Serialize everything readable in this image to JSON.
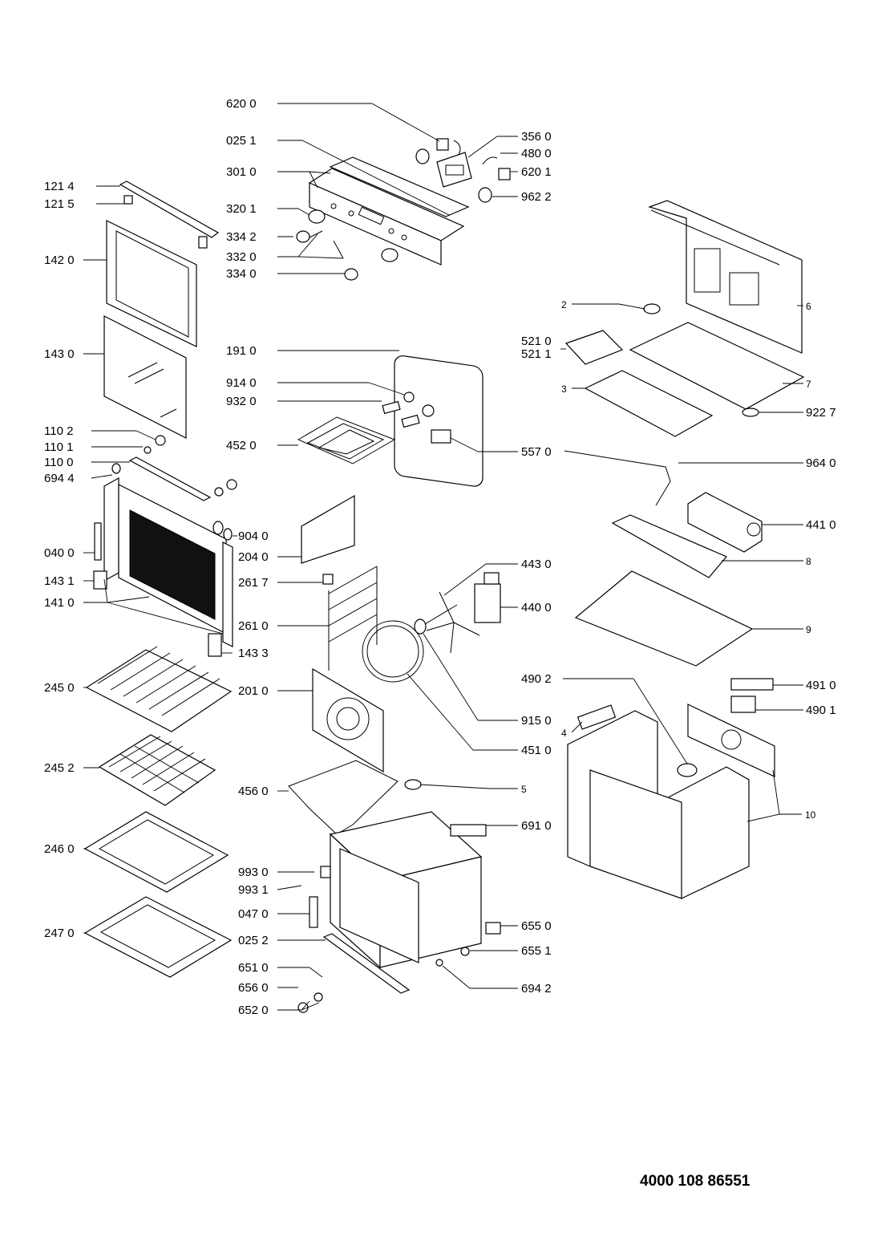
{
  "document_number": "4000 108 86551",
  "callouts": [
    {
      "label": "620 0"
    },
    {
      "label": "025 1"
    },
    {
      "label": "301 0"
    },
    {
      "label": "320 1"
    },
    {
      "label": "334 2"
    },
    {
      "label": "332 0"
    },
    {
      "label": "334 0"
    },
    {
      "label": "356 0"
    },
    {
      "label": "480 0"
    },
    {
      "label": "620 1"
    },
    {
      "label": "962 2"
    },
    {
      "label": "121 4"
    },
    {
      "label": "121 5"
    },
    {
      "label": "142 0"
    },
    {
      "label": "143 0"
    },
    {
      "label": "110 2"
    },
    {
      "label": "110 1"
    },
    {
      "label": "110 0"
    },
    {
      "label": "694 4"
    },
    {
      "label": "040 0"
    },
    {
      "label": "143 1"
    },
    {
      "label": "141 0"
    },
    {
      "label": "245 0"
    },
    {
      "label": "245 2"
    },
    {
      "label": "246 0"
    },
    {
      "label": "247 0"
    },
    {
      "label": "191 0"
    },
    {
      "label": "914 0"
    },
    {
      "label": "932 0"
    },
    {
      "label": "452 0"
    },
    {
      "label": "557 0"
    },
    {
      "label": "904 0"
    },
    {
      "label": "204 0"
    },
    {
      "label": "261 7"
    },
    {
      "label": "261 0"
    },
    {
      "label": "143 3"
    },
    {
      "label": "201 0"
    },
    {
      "label": "456 0"
    },
    {
      "label": "993 0"
    },
    {
      "label": "993 1"
    },
    {
      "label": "047 0"
    },
    {
      "label": "025 2"
    },
    {
      "label": "651 0"
    },
    {
      "label": "656 0"
    },
    {
      "label": "652 0"
    },
    {
      "label": "443 0"
    },
    {
      "label": "440 0"
    },
    {
      "label": "915 0"
    },
    {
      "label": "451 0"
    },
    {
      "label": "5"
    },
    {
      "label": "691 0"
    },
    {
      "label": "655 0"
    },
    {
      "label": "655 1"
    },
    {
      "label": "694 2"
    },
    {
      "label": "2"
    },
    {
      "label": "6"
    },
    {
      "label": "521 0"
    },
    {
      "label": "521 1"
    },
    {
      "label": "3"
    },
    {
      "label": "7"
    },
    {
      "label": "922 7"
    },
    {
      "label": "964 0"
    },
    {
      "label": "441 0"
    },
    {
      "label": "8"
    },
    {
      "label": "9"
    },
    {
      "label": "490 2"
    },
    {
      "label": "491 0"
    },
    {
      "label": "490 1"
    },
    {
      "label": "4"
    },
    {
      "label": "10"
    }
  ]
}
